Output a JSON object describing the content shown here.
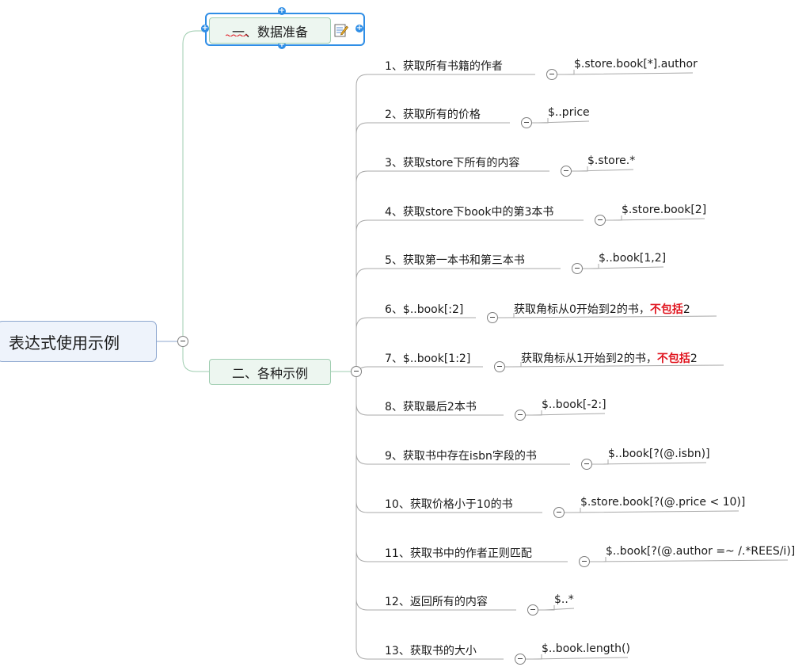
{
  "root": {
    "label": "表达式使用示例"
  },
  "branches": [
    {
      "label": "一、数据准备"
    },
    {
      "label": "二、各种示例"
    }
  ],
  "examples": [
    {
      "label": "1、获取所有书籍的作者",
      "value": "$.store.book[*].author"
    },
    {
      "label": "2、获取所有的价格",
      "value": "$..price"
    },
    {
      "label": "3、获取store下所有的内容",
      "value": "$.store.*"
    },
    {
      "label": "4、获取store下book中的第3本书",
      "value": "$.store.book[2]"
    },
    {
      "label": "5、获取第一本书和第三本书",
      "value": "$..book[1,2]"
    },
    {
      "label": "6、$..book[:2]",
      "value": "获取角标从0开始到2的书，",
      "emphasis": "不包括",
      "suffix": "2"
    },
    {
      "label": "7、$..book[1:2]",
      "value": "获取角标从1开始到2的书，",
      "emphasis": "不包括",
      "suffix": "2"
    },
    {
      "label": "8、获取最后2本书",
      "value": "$..book[-2:]"
    },
    {
      "label": "9、获取书中存在isbn字段的书",
      "value": "$..book[?(@.isbn)]"
    },
    {
      "label": "10、获取价格小于10的书",
      "value": "$.store.book[?(@.price < 10)]"
    },
    {
      "label": "11、获取书中的作者正则匹配",
      "value": "$..book[?(@.author =~ /.*REES/i)]"
    },
    {
      "label": "12、返回所有的内容",
      "value": "$..*"
    },
    {
      "label": "13、获取书的大小",
      "value": "$..book.length()"
    }
  ],
  "colors": {
    "connector": "#9fcdb0",
    "leaf_line": "#a8a8a8",
    "root_border": "#8da7cf",
    "selection": "#2f8ee6",
    "emphasis": "#e0141e"
  }
}
